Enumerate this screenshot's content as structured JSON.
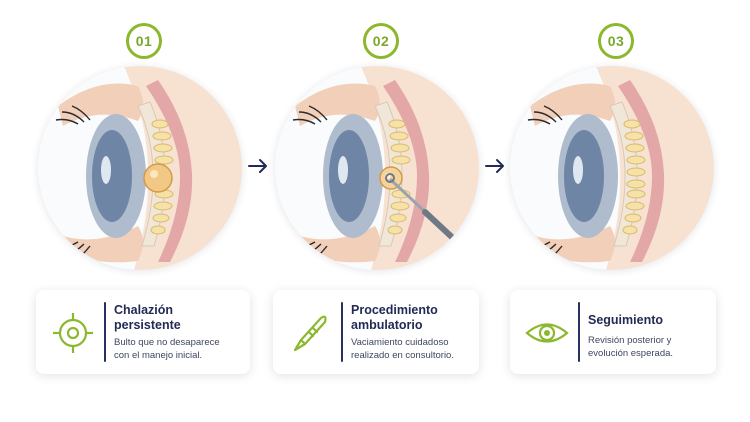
{
  "steps": [
    {
      "number": "01",
      "title_line1": "Chalazión",
      "title_line2": "persistente",
      "desc_line1": "Bulto que no desaparece",
      "desc_line2": "con el manejo inicial.",
      "icon": "target-icon"
    },
    {
      "number": "02",
      "title_line1": "Procedimiento",
      "title_line2": "ambulatorio",
      "desc_line1": "Vaciamiento cuidadoso",
      "desc_line2": "realizado en consultorio.",
      "icon": "scalpel-icon"
    },
    {
      "number": "03",
      "title_line1": "Seguimiento",
      "title_line2": "",
      "desc_line1": "Revisión posterior y",
      "desc_line2": "evolución esperada.",
      "icon": "eye-icon"
    }
  ],
  "colors": {
    "accent_green": "#8cb82e",
    "navy": "#232b55",
    "skin": "#f5d9c4",
    "muscle": "#e0a0a2",
    "gland": "#f4dfa0"
  }
}
